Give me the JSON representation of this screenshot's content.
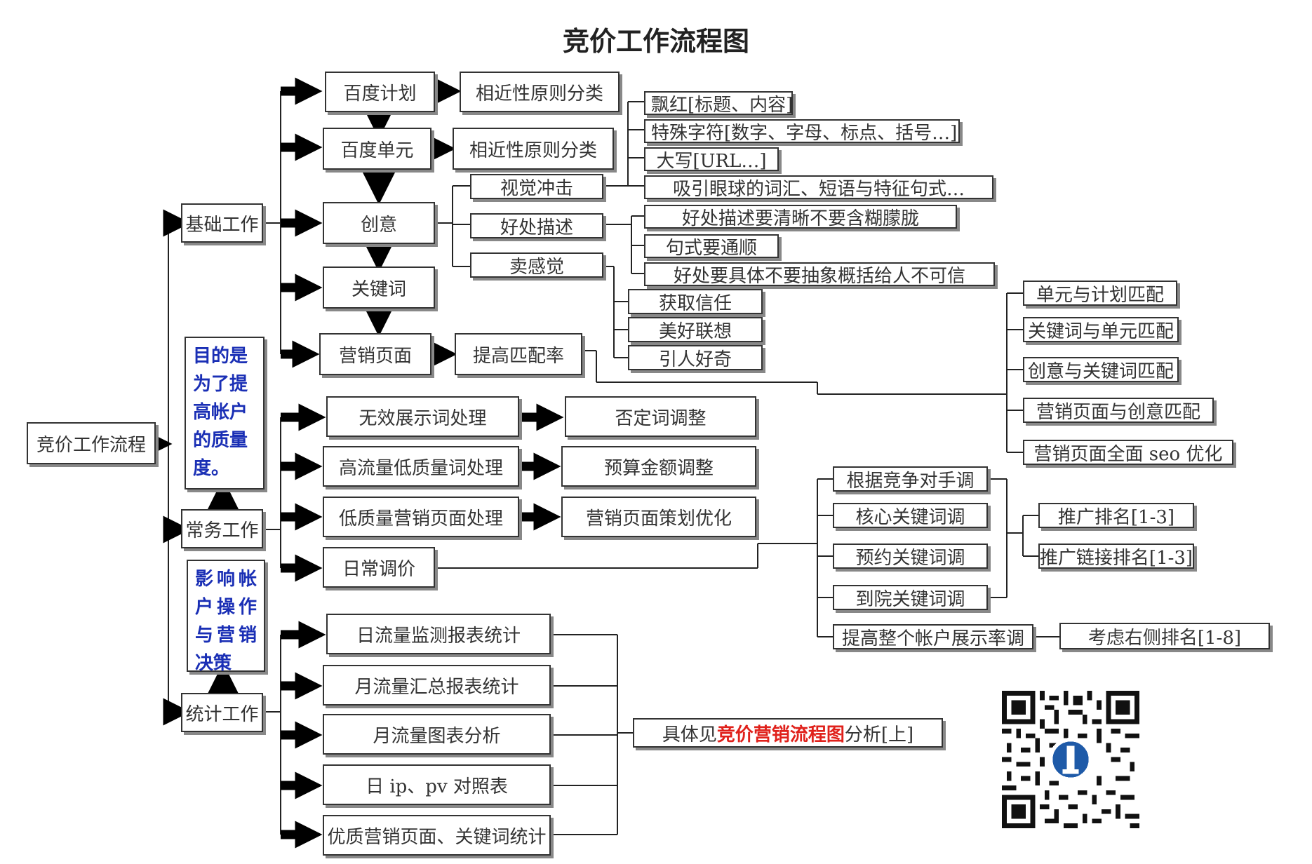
{
  "title": "竞价工作流程图",
  "root": "竞价工作流程",
  "branches": {
    "basic": "基础工作",
    "routine": "常务工作",
    "stats": "统计工作"
  },
  "notes": {
    "purpose": "目的是为了提高帐户的质量度。",
    "impact": "影响帐户操作与营销决策"
  },
  "basic": {
    "plan": "百度计划",
    "unit": "百度单元",
    "creative": "创意",
    "keyword": "关键词",
    "landing": "营销页面",
    "plan_class": "相近性原则分类",
    "unit_class": "相近性原则分类",
    "visual": "视觉冲击",
    "benefit": "好处描述",
    "feeling": "卖感觉",
    "visual_items": [
      "飘红[标题、内容]",
      "特殊字符[数字、字母、标点、括号…]",
      "大写[URL…]",
      "吸引眼球的词汇、短语与特征句式…"
    ],
    "benefit_items": [
      "好处描述要清晰不要含糊朦胧",
      "句式要通顺",
      "好处要具体不要抽象概括给人不可信"
    ],
    "feeling_items": [
      "获取信任",
      "美好联想",
      "引人好奇"
    ],
    "match_rate": "提高匹配率",
    "match_items": [
      "单元与计划匹配",
      "关键词与单元匹配",
      "创意与关键词匹配",
      "营销页面与创意匹配",
      "营销页面全面 seo 优化"
    ]
  },
  "routine": {
    "items": [
      "无效展示词处理",
      "高流量低质量词处理",
      "低质量营销页面处理",
      "日常调价"
    ],
    "results": [
      "否定词调整",
      "预算金额调整",
      "营销页面策划优化"
    ],
    "price_items": [
      "根据竞争对手调",
      "核心关键词调",
      "预约关键词调",
      "到院关键词调",
      "提高整个帐户展示率调"
    ],
    "rank_items": [
      "推广排名[1-3]",
      "推广链接排名[1-3]"
    ],
    "right_rank": "考虑右侧排名[1-8]"
  },
  "stats": {
    "items": [
      "日流量监测报表统计",
      "月流量汇总报表统计",
      "月流量图表分析",
      "日 ip、pv 对照表",
      "优质营销页面、关键词统计"
    ],
    "detail_prefix": "具体见",
    "detail_link": "竞价营销流程图",
    "detail_suffix": "分析[上]"
  },
  "qr_icon": "qr-code-icon"
}
